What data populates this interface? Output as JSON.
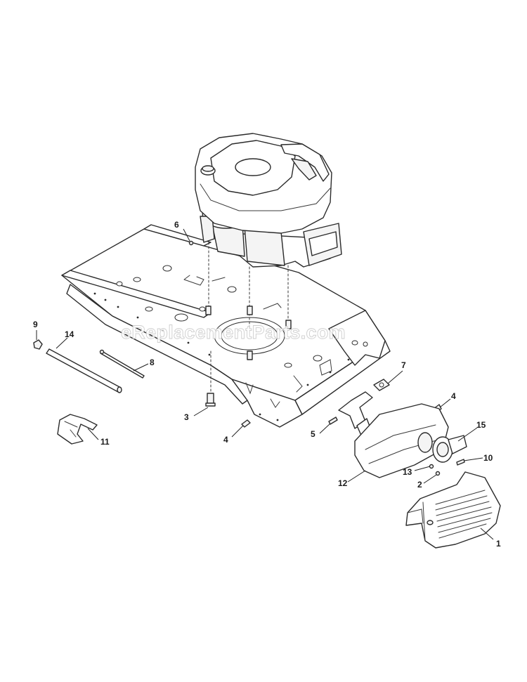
{
  "watermark": "eReplacementParts.com",
  "callouts": [
    {
      "id": "1",
      "label": "1"
    },
    {
      "id": "2",
      "label": "2"
    },
    {
      "id": "3",
      "label": "3"
    },
    {
      "id": "4a",
      "label": "4"
    },
    {
      "id": "4b",
      "label": "4"
    },
    {
      "id": "5",
      "label": "5"
    },
    {
      "id": "6",
      "label": "6"
    },
    {
      "id": "7",
      "label": "7"
    },
    {
      "id": "8",
      "label": "8"
    },
    {
      "id": "9",
      "label": "9"
    },
    {
      "id": "10",
      "label": "10"
    },
    {
      "id": "11",
      "label": "11"
    },
    {
      "id": "12",
      "label": "12"
    },
    {
      "id": "13",
      "label": "13"
    },
    {
      "id": "14",
      "label": "14"
    },
    {
      "id": "15",
      "label": "15"
    }
  ]
}
